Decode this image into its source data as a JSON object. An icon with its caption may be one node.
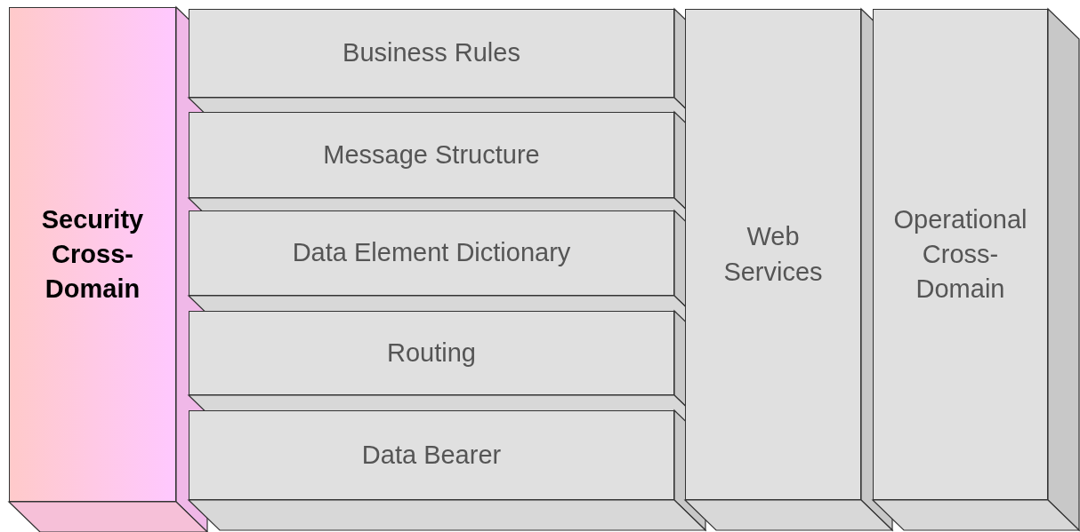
{
  "diagram": {
    "nodes": [
      {
        "text": [
          "Security Cross-Domain"
        ]
      },
      {
        "text": [
          "Business Rules"
        ]
      },
      {
        "text": [
          "Message Structure"
        ]
      },
      {
        "text": [
          "Data Element Dictionary"
        ]
      },
      {
        "text": [
          "Routing"
        ]
      },
      {
        "text": [
          "Data Bearer"
        ]
      },
      {
        "text": [
          "Web Services"
        ]
      },
      {
        "text": [
          "Operational Cross-Domain"
        ]
      }
    ]
  }
}
